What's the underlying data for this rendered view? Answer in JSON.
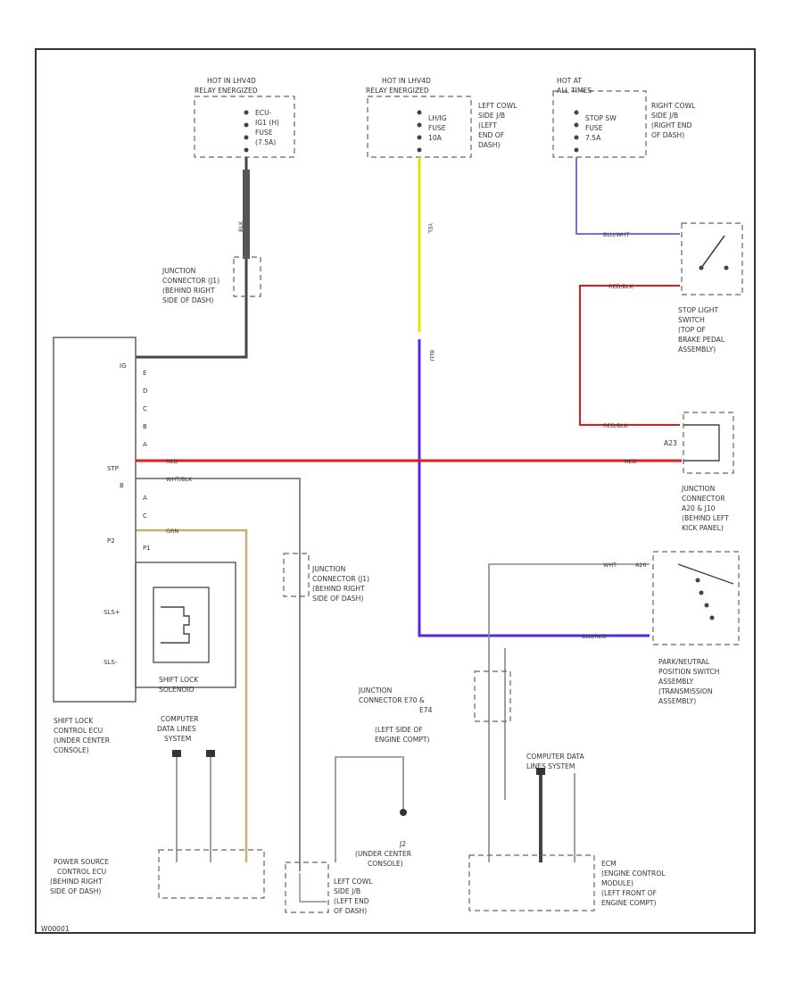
{
  "colors": {
    "wire_black": "#444444",
    "wire_gray": "#888888",
    "wire_red": "#e81818",
    "wire_yellow": "#e8e000",
    "wire_purple": "#5a2ad8",
    "wire_blue": "#7070e0",
    "wire_tan": "#c8b070",
    "frame": "#333333"
  },
  "fuses": {
    "block1": {
      "header1": "HOT IN LHV4D",
      "header2": "RELAY ENERGIZED",
      "lines": [
        "ECU-",
        "IG1 (H)",
        "FUSE",
        "(7.5A)"
      ]
    },
    "block2": {
      "header1": "HOT IN LHV4D",
      "header2": "RELAY ENERGIZED",
      "lines": [
        "LH/IG",
        "FUSE",
        "10A"
      ],
      "location": [
        "LEFT COWL",
        "SIDE J/B",
        "(LEFT",
        "END OF",
        "DASH)"
      ]
    },
    "block3": {
      "header1": "HOT AT",
      "header2": "ALL TIMES",
      "lines": [
        "STOP SW",
        "FUSE",
        "7.5A"
      ],
      "location": [
        "RIGHT COWL",
        "SIDE J/B",
        "(RIGHT END",
        "OF DASH)"
      ]
    }
  },
  "components": {
    "jc1": [
      "JUNCTION",
      "CONNECTOR (J1)",
      "(BEHIND RIGHT",
      "SIDE OF DASH)"
    ],
    "stop_switch": [
      "STOP LIGHT",
      "SWITCH",
      "(TOP OF",
      "BRAKE PEDAL",
      "ASSEMBLY)"
    ],
    "jc2": [
      "JUNCTION",
      "CONNECTOR",
      "A20 & J10",
      "(BEHIND LEFT",
      "KICK PANEL)"
    ],
    "jc3": [
      "JUNCTION",
      "CONNECTOR (J1)",
      "(BEHIND RIGHT",
      "SIDE OF DASH)"
    ],
    "pnp": [
      "PARK/NEUTRAL",
      "POSITION SWITCH",
      "ASSEMBLY",
      "(TRANSMISSION",
      "ASSEMBLY)"
    ],
    "jc4": [
      "JUNCTION",
      "CONNECTOR E70 &",
      "E74",
      "(LEFT SIDE OF",
      "ENGINE COMPT)"
    ],
    "ecu": [
      "SHIFT LOCK",
      "CONTROL ECU",
      "(UNDER CENTER",
      "CONSOLE)"
    ],
    "cdl1": [
      "COMPUTER",
      "DATA LINES",
      "SYSTEM"
    ],
    "cdl2": [
      "COMPUTER DATA",
      "LINES SYSTEM"
    ],
    "power_ecu": [
      "POWER SOURCE",
      "CONTROL ECU",
      "(BEHIND RIGHT",
      "SIDE OF DASH)"
    ],
    "ground": [
      "J2",
      "(UNDER CENTER",
      "CONSOLE)"
    ],
    "lcjb": [
      "LEFT COWL",
      "SIDE J/B",
      "(LEFT END",
      "OF DASH)"
    ],
    "ecm": [
      "ECM",
      "(ENGINE CONTROL",
      "MODULE)",
      "(LEFT FRONT OF",
      "ENGINE COMPT)"
    ],
    "solenoid": [
      "SHIFT LOCK",
      "SOLENOID"
    ]
  },
  "ecu_pins": [
    "IG",
    "E",
    "D",
    "C",
    "B",
    "A",
    "STP",
    "B",
    "A",
    "C",
    "P2",
    "P1"
  ],
  "solenoid_pins": [
    "SLS+",
    "SLS-"
  ],
  "wire_labels": {
    "black": "BLK",
    "red": "RED",
    "yellow": "YEL",
    "purple": "BLU",
    "blue_white": "BLU/WHT",
    "red_blk": "RED/BLK",
    "wht_blk": "WHT/BLK",
    "grn": "GRN",
    "wht": "WHT",
    "blu_red": "BLU/RED",
    "a20": "A20",
    "a23": "A23"
  },
  "diagram_id": "W00001"
}
